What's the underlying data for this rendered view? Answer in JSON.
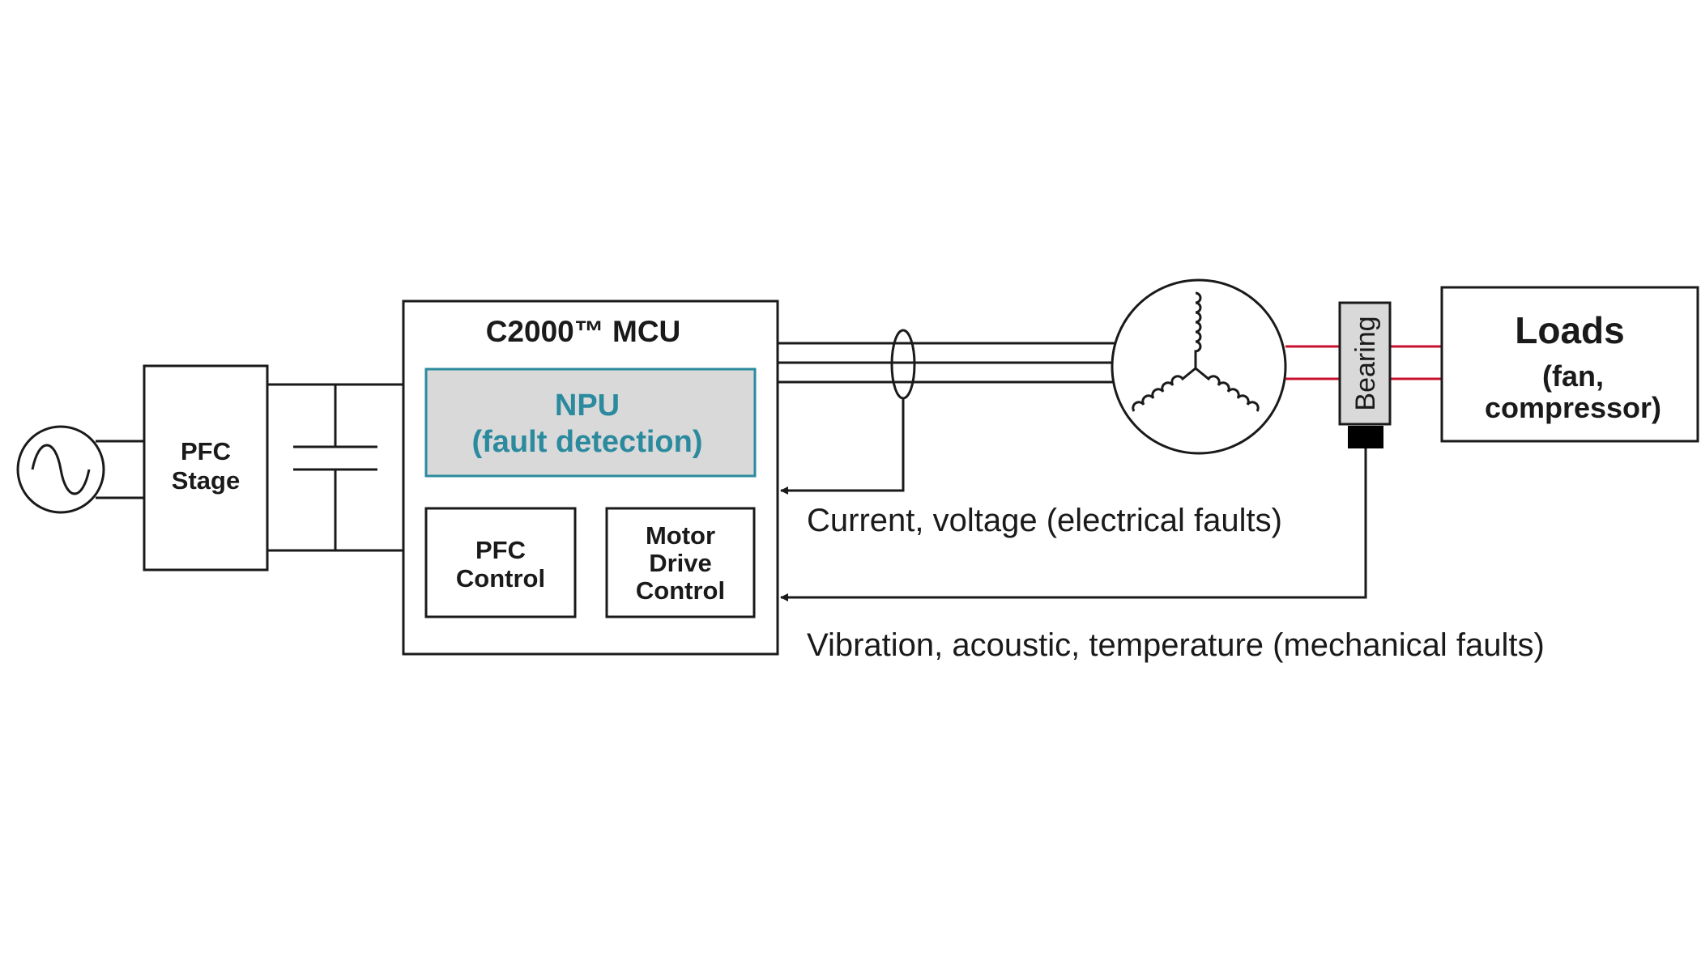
{
  "colors": {
    "npu_fill": "#d9d9d9",
    "npu_border": "#2b8a9e",
    "npu_text": "#2b8a9e",
    "load_wire": "#c8102e",
    "line": "#1a1a1a",
    "bearing_fill": "#d9d9d9",
    "sensor_fill": "#000000"
  },
  "pfc_stage": {
    "line1": "PFC",
    "line2": "Stage"
  },
  "mcu": {
    "title": "C2000™ MCU",
    "npu": {
      "line1": "NPU",
      "line2": "(fault detection)"
    },
    "pfc_control": {
      "line1": "PFC",
      "line2": "Control"
    },
    "motor_drive_control": {
      "line1": "Motor",
      "line2": "Drive",
      "line3": "Control"
    }
  },
  "bearing": {
    "label": "Bearing"
  },
  "loads": {
    "title": "Loads",
    "line1": "(fan,",
    "line2": "compressor)"
  },
  "feedback": {
    "electrical": "Current, voltage (electrical faults)",
    "mechanical": "Vibration, acoustic, temperature (mechanical faults)"
  },
  "icons": {
    "ac_source": "ac-sine-source-icon",
    "capacitor": "capacitor-icon",
    "current_sensor": "current-sensor-loop-icon",
    "motor": "three-phase-motor-icon",
    "sensor": "vibration-sensor-icon"
  }
}
